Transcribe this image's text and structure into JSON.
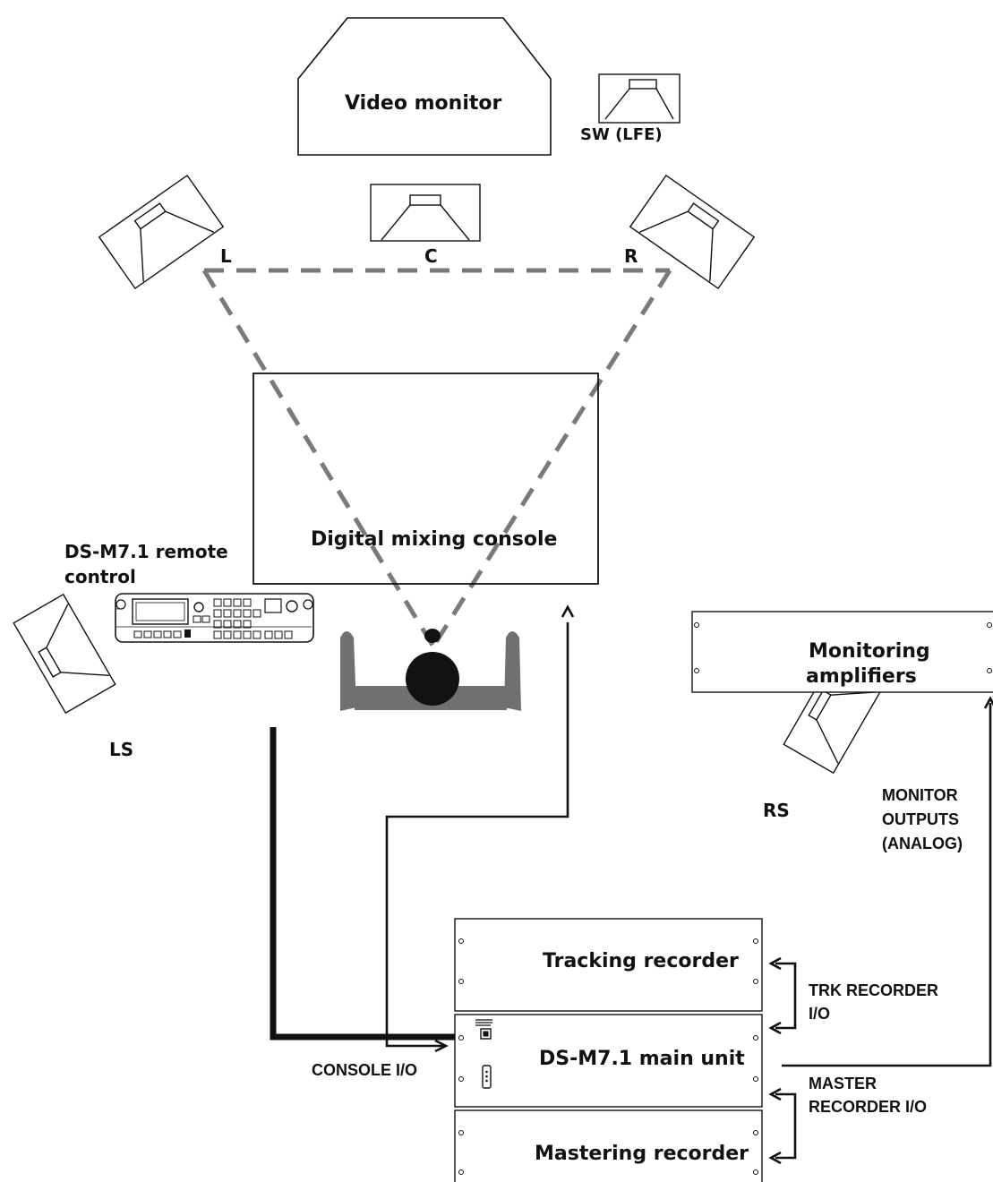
{
  "colors": {
    "ink": "#111111",
    "dashed_line": "#7a7a7a",
    "listener_body": "#707070",
    "listener_head": "#111111",
    "background": "#ffffff"
  },
  "speakers": {
    "subwoofer": "SW (LFE)",
    "left": "L",
    "center": "C",
    "right": "R",
    "left_surround": "LS",
    "right_surround": "RS"
  },
  "equipment": {
    "video_monitor": "Video monitor",
    "mixing_console": "Digital mixing console",
    "remote_control_line1": "DS-M7.1 remote",
    "remote_control_line2": "control",
    "monitoring_amplifiers_line1": "Monitoring",
    "monitoring_amplifiers_line2": "amplifiers",
    "tracking_recorder": "Tracking recorder",
    "main_unit": "DS-M7.1 main unit",
    "mastering_recorder": "Mastering recorder"
  },
  "connections": {
    "monitor_outputs_line1": "MONITOR",
    "monitor_outputs_line2": "OUTPUTS",
    "monitor_outputs_line3": "(ANALOG)",
    "trk_recorder_io_line1": "TRK RECORDER",
    "trk_recorder_io_line2": "I/O",
    "master_recorder_io_line1": "MASTER",
    "master_recorder_io_line2": "RECORDER I/O",
    "console_io": "CONSOLE I/O"
  },
  "icons": {
    "speaker": "speaker-icon",
    "listener": "listener-icon",
    "remote": "remote-control-icon",
    "arrow": "arrow-icon"
  }
}
